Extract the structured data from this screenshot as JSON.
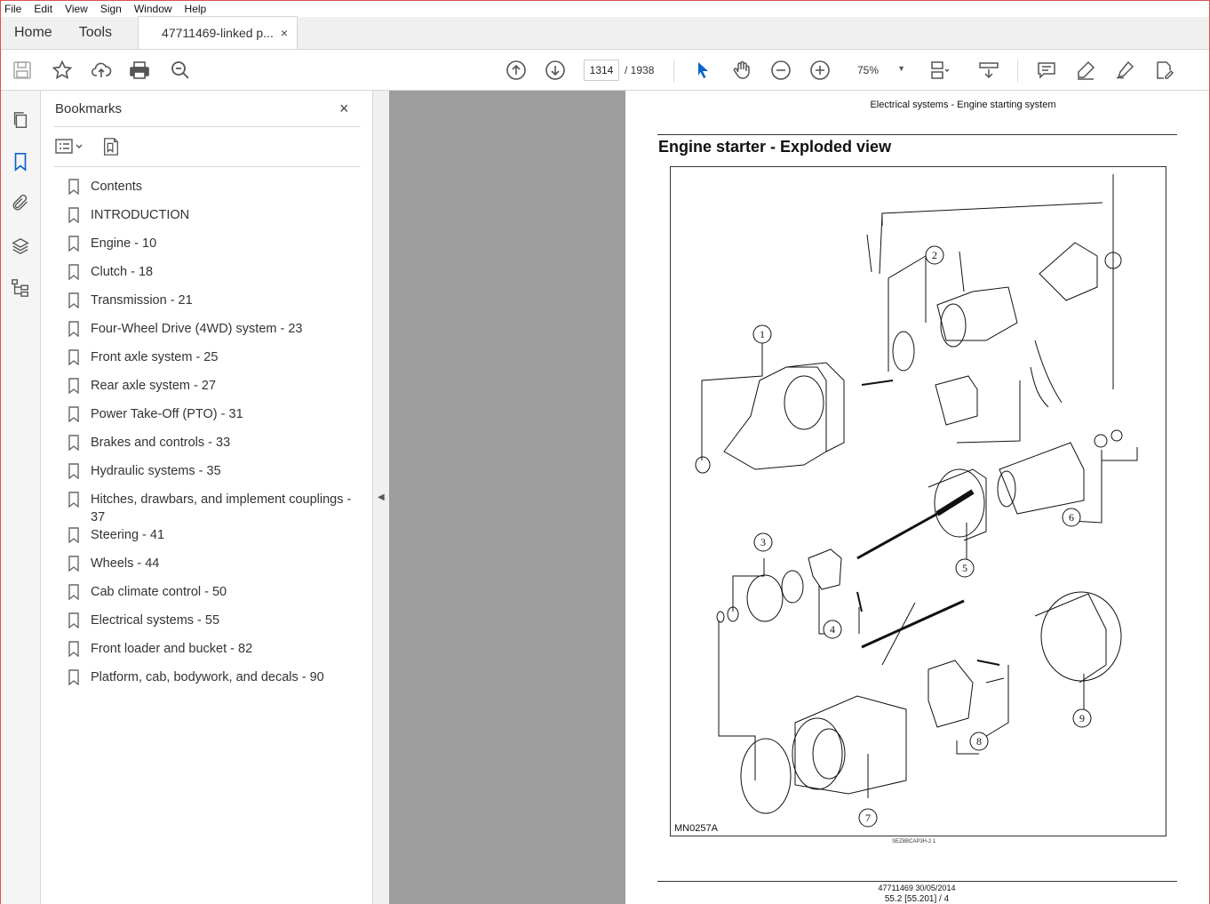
{
  "menu": [
    "File",
    "Edit",
    "View",
    "Sign",
    "Window",
    "Help"
  ],
  "tabs": {
    "home": "Home",
    "tools": "Tools",
    "doc": "47711469-linked p...",
    "close": "×"
  },
  "toolbar": {
    "page_current": "1314",
    "page_total": "/ 1938",
    "zoom": "75%"
  },
  "bookmarks": {
    "title": "Bookmarks",
    "close": "×",
    "items": [
      "Contents",
      "INTRODUCTION",
      "Engine - 10",
      "Clutch - 18",
      "Transmission - 21",
      "Four-Wheel Drive (4WD) system - 23",
      "Front axle system - 25",
      "Rear axle system - 27",
      "Power Take-Off (PTO) - 31",
      "Brakes and controls - 33",
      "Hydraulic systems - 35",
      "Hitches, drawbars, and implement couplings - 37",
      "Steering - 41",
      "Wheels - 44",
      "Cab climate control - 50",
      "Electrical systems - 55",
      "Front loader and bucket - 82",
      "Platform, cab, bodywork, and decals - 90"
    ]
  },
  "page": {
    "header": "Electrical systems - Engine starting system",
    "title": "Engine starter - Exploded view",
    "figure_code": "MN0257A",
    "callouts": [
      "1",
      "2",
      "3",
      "4",
      "5",
      "6",
      "7",
      "8",
      "9"
    ],
    "caption": "SEZ8BCAP3H-2     1",
    "footer_line1": "47711469 30/05/2014",
    "footer_line2": "55.2 [55.201] / 4"
  },
  "colors": {
    "accent": "#0a64c8",
    "panel_bg": "#9d9d9d",
    "window_border": "#d9534f"
  }
}
